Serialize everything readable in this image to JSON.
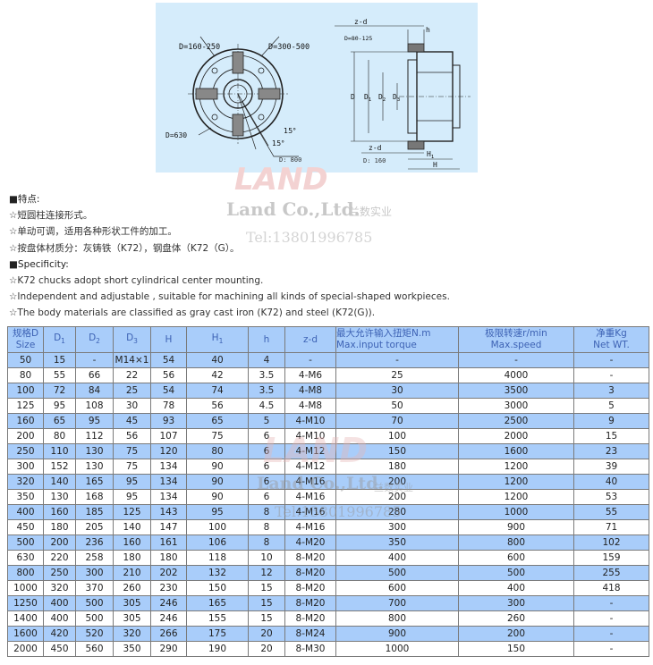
{
  "drawing": {
    "label_d_small": "D=160-250",
    "label_d_large": "D=300-500",
    "label_d_630": "D=630",
    "angle_a": "15°",
    "angle_b": "15°",
    "label_d_800": "D: 800",
    "side_zd_top": "z-d",
    "side_h": "h",
    "side_d_80_125": "D=80-125",
    "side_D": "D",
    "side_D1": "D",
    "side_D2": "D",
    "side_D3": "D",
    "sub_1": "1",
    "sub_2": "2",
    "sub_3": "3",
    "side_zd_bottom": "z-d",
    "side_H1": "H",
    "side_H": "H",
    "label_d_160": "D: 160"
  },
  "watermark": {
    "logo": "LAND",
    "company": "Land Co.,Ltd.",
    "company_cn": "兰数实业",
    "tel": "Tel:13801996785"
  },
  "features": [
    "■特点:",
    "☆短圆柱连接形式。",
    "☆单动可调，适用各种形状工件的加工。",
    "☆按盘体材质分：灰铸铁（K72），钢盘体（K72（G）。",
    "■Specificity:",
    "☆K72 chucks adopt short cylindrical center mounting.",
    "☆Independent and adjustable , suitable for machining all kinds of special-shaped workpieces.",
    "☆The body materials are classified as gray cast iron (K72) and steel (K72(G))."
  ],
  "table": {
    "headers": {
      "size_line1": "规格D",
      "size_line2": "Size",
      "d1": "D",
      "d1_sub": "1",
      "d2": "D",
      "d2_sub": "2",
      "d3": "D",
      "d3_sub": "3",
      "H": "H",
      "h1": "H",
      "h1_sub": "1",
      "h": "h",
      "zd": "z-d",
      "torque_line1": "最大允许输入扭矩N.m",
      "torque_line2": "Max.input torque",
      "speed_line1": "极限转速r/min",
      "speed_line2": "Max.speed",
      "weight_line1": "净重Kg",
      "weight_line2": "Net WT."
    },
    "rows": [
      [
        "50",
        "15",
        "-",
        "M14×1",
        "54",
        "40",
        "4",
        "-",
        "-",
        "-",
        "-"
      ],
      [
        "80",
        "55",
        "66",
        "22",
        "56",
        "42",
        "3.5",
        "4-M6",
        "25",
        "4000",
        "-"
      ],
      [
        "100",
        "72",
        "84",
        "25",
        "54",
        "74",
        "3.5",
        "4-M8",
        "30",
        "3500",
        "3"
      ],
      [
        "125",
        "95",
        "108",
        "30",
        "78",
        "56",
        "4.5",
        "4-M8",
        "50",
        "3000",
        "5"
      ],
      [
        "160",
        "65",
        "95",
        "45",
        "93",
        "65",
        "5",
        "4-M10",
        "70",
        "2500",
        "9"
      ],
      [
        "200",
        "80",
        "112",
        "56",
        "107",
        "75",
        "6",
        "4-M10",
        "100",
        "2000",
        "15"
      ],
      [
        "250",
        "110",
        "130",
        "75",
        "120",
        "80",
        "6",
        "4-M12",
        "150",
        "1600",
        "23"
      ],
      [
        "300",
        "152",
        "130",
        "75",
        "134",
        "90",
        "6",
        "4-M12",
        "180",
        "1200",
        "39"
      ],
      [
        "320",
        "140",
        "165",
        "95",
        "134",
        "90",
        "6",
        "4-M16",
        "200",
        "1200",
        "40"
      ],
      [
        "350",
        "130",
        "168",
        "95",
        "134",
        "90",
        "6",
        "4-M16",
        "200",
        "1200",
        "53"
      ],
      [
        "400",
        "160",
        "185",
        "125",
        "143",
        "95",
        "8",
        "4-M16",
        "280",
        "1000",
        "55"
      ],
      [
        "450",
        "180",
        "205",
        "140",
        "147",
        "100",
        "8",
        "4-M16",
        "300",
        "900",
        "71"
      ],
      [
        "500",
        "200",
        "236",
        "160",
        "161",
        "106",
        "8",
        "4-M20",
        "350",
        "800",
        "102"
      ],
      [
        "630",
        "220",
        "258",
        "180",
        "180",
        "118",
        "10",
        "8-M20",
        "400",
        "600",
        "159"
      ],
      [
        "800",
        "250",
        "300",
        "210",
        "202",
        "132",
        "12",
        "8-M20",
        "500",
        "500",
        "255"
      ],
      [
        "1000",
        "320",
        "370",
        "260",
        "230",
        "150",
        "15",
        "8-M20",
        "600",
        "400",
        "418"
      ],
      [
        "1250",
        "400",
        "500",
        "305",
        "246",
        "165",
        "15",
        "8-M20",
        "700",
        "300",
        "-"
      ],
      [
        "1400",
        "400",
        "500",
        "305",
        "246",
        "155",
        "15",
        "8-M20",
        "800",
        "260",
        "-"
      ],
      [
        "1600",
        "420",
        "520",
        "320",
        "266",
        "175",
        "20",
        "8-M24",
        "900",
        "200",
        "-"
      ],
      [
        "2000",
        "450",
        "560",
        "350",
        "290",
        "190",
        "20",
        "8-M30",
        "1000",
        "150",
        "-"
      ]
    ],
    "row_shading": [
      "blue",
      "white",
      "blue",
      "white",
      "blue",
      "white",
      "blue",
      "white",
      "blue",
      "white",
      "blue",
      "white",
      "blue",
      "white",
      "blue",
      "white",
      "blue",
      "white",
      "blue",
      "white"
    ]
  }
}
